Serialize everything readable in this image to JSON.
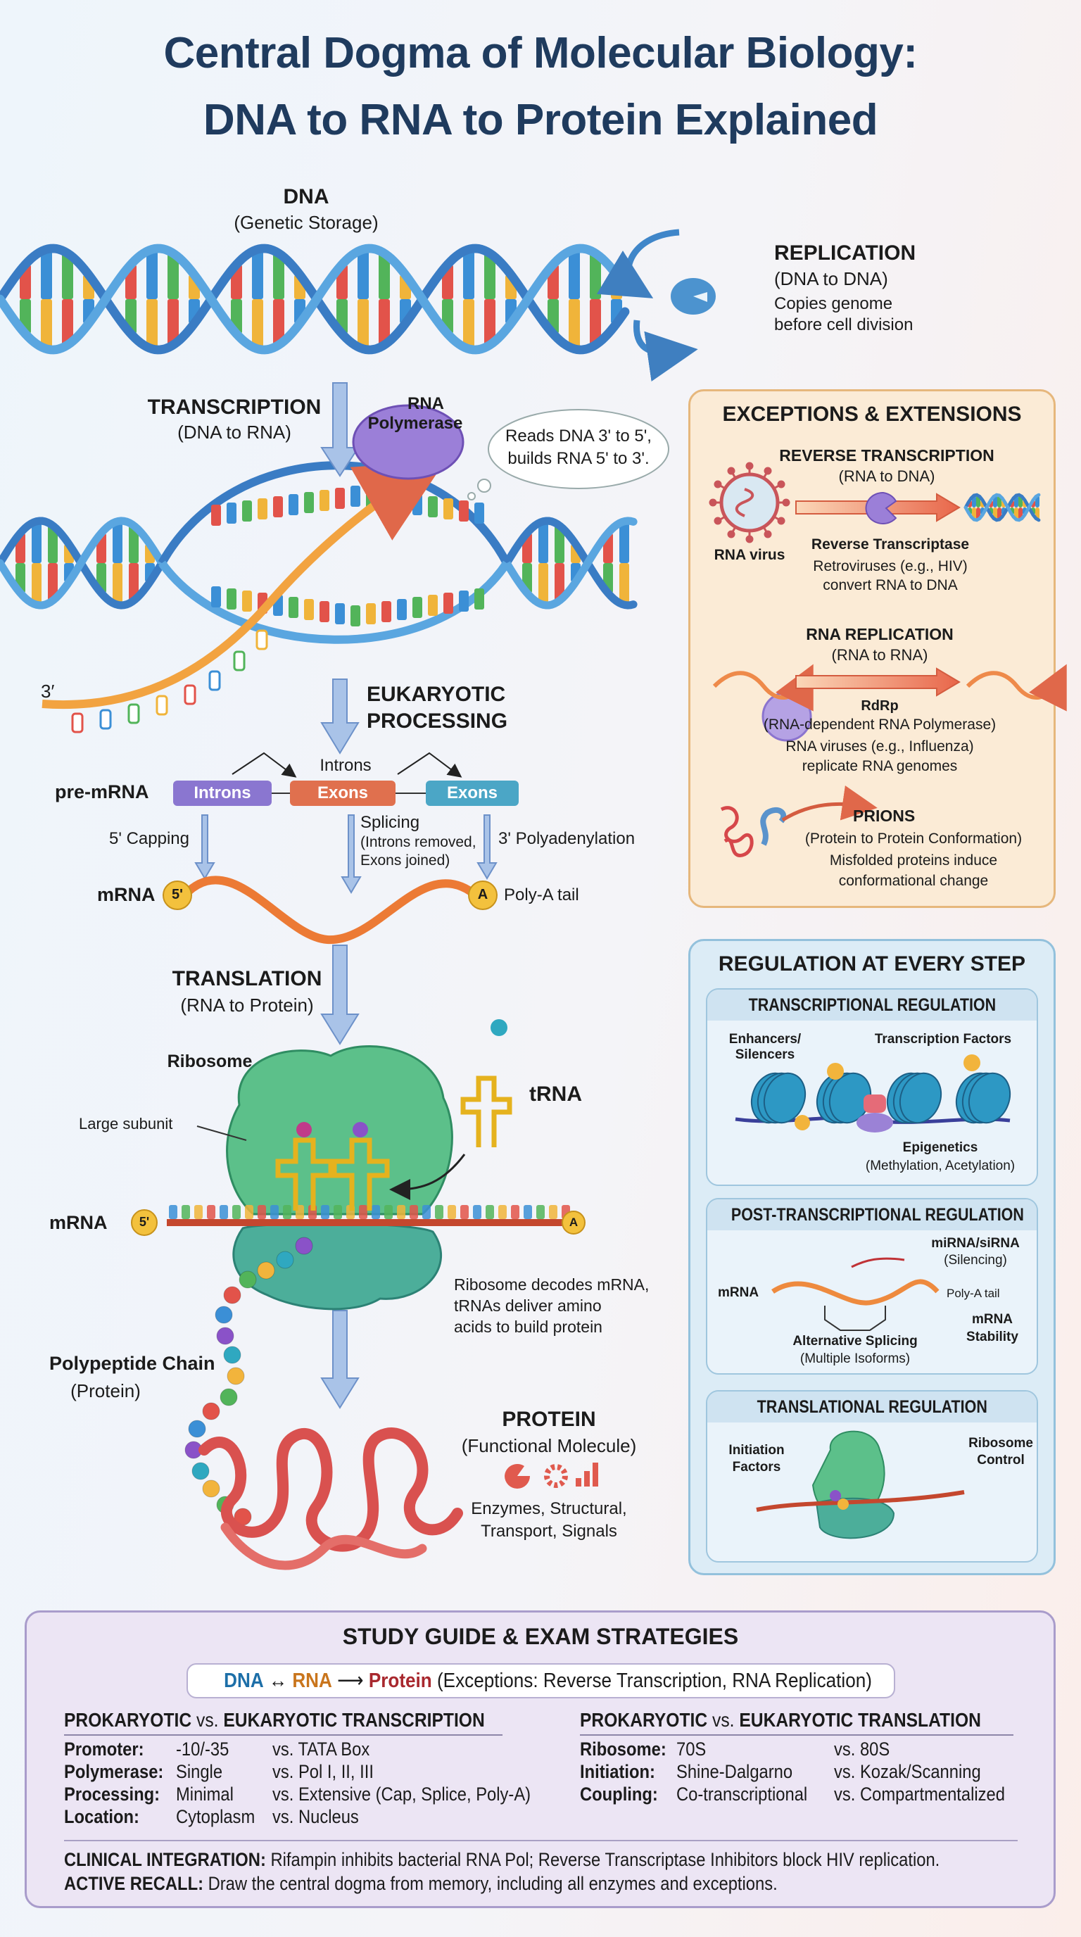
{
  "title": {
    "line1": "Central Dogma of Molecular Biology:",
    "line2": "DNA to RNA to Protein Explained"
  },
  "dna": {
    "label": "DNA",
    "sub": "(Genetic Storage)"
  },
  "replication": {
    "title": "REPLICATION",
    "sub": "(DNA to DNA)",
    "desc1": "Copies genome",
    "desc2": "before cell division"
  },
  "transcription": {
    "title": "TRANSCRIPTION",
    "sub": "(DNA to RNA)",
    "polymerase1": "RNA",
    "polymerase2": "Polymerase",
    "bubble1": "Reads DNA 3' to 5',",
    "bubble2": "builds RNA 5' to 3'.",
    "three_prime": "3′"
  },
  "processing": {
    "title1": "EUKARYOTIC",
    "title2": "PROCESSING",
    "introns_label": "Introns",
    "pre_mrna": "pre-mRNA",
    "seg1": "Introns",
    "seg2": "Exons",
    "seg3": "Exons",
    "capping": "5' Capping",
    "splicing": "Splicing",
    "splicing_note1": "(Introns removed,",
    "splicing_note2": "Exons joined)",
    "polyadenylation": "3' Polyadenylation",
    "mrna": "mRNA",
    "cap": "5'",
    "tail_cap": "A",
    "polya": "Poly-A tail"
  },
  "translation": {
    "title": "TRANSLATION",
    "sub": "(RNA to Protein)",
    "ribosome": "Ribosome",
    "large_subunit": "Large subunit",
    "trna": "tRNA",
    "mrna": "mRNA",
    "cap5": "5'",
    "cap3": "A",
    "desc1": "Ribosome decodes mRNA,",
    "desc2": "tRNAs deliver amino",
    "desc3": "acids to build protein",
    "polypeptide": "Polypeptide Chain",
    "polypeptide_sub": "(Protein)"
  },
  "protein": {
    "title": "PROTEIN",
    "sub": "(Functional Molecule)",
    "desc1": "Enzymes, Structural,",
    "desc2": "Transport, Signals"
  },
  "exceptions": {
    "title": "EXCEPTIONS & EXTENSIONS",
    "reverse": {
      "title": "REVERSE TRANSCRIPTION",
      "sub": "(RNA to DNA)",
      "virus": "RNA virus",
      "enzyme": "Reverse Transcriptase",
      "desc1": "Retroviruses (e.g., HIV)",
      "desc2": "convert RNA to DNA"
    },
    "rna_rep": {
      "title": "RNA REPLICATION",
      "sub": "(RNA to RNA)",
      "enzyme": "RdRp",
      "enzyme_full": "(RNA-dependent RNA Polymerase)",
      "desc1": "RNA viruses (e.g., Influenza)",
      "desc2": "replicate RNA genomes"
    },
    "prions": {
      "title": "PRIONS",
      "sub": "(Protein to Protein Conformation)",
      "desc1": "Misfolded proteins induce",
      "desc2": "conformational change"
    }
  },
  "regulation": {
    "title": "REGULATION AT EVERY STEP",
    "transcriptional": {
      "title": "TRANSCRIPTIONAL REGULATION",
      "enh1": "Enhancers/",
      "enh2": "Silencers",
      "tf": "Transcription Factors",
      "epi": "Epigenetics",
      "epi_sub": "(Methylation, Acetylation)"
    },
    "post": {
      "title": "POST-TRANSCRIPTIONAL REGULATION",
      "mirna": "miRNA/siRNA",
      "mirna_sub": "(Silencing)",
      "mrna": "mRNA",
      "polya": "Poly-A tail",
      "stab1": "mRNA",
      "stab2": "Stability",
      "alt": "Alternative Splicing",
      "alt_sub": "(Multiple Isoforms)"
    },
    "translational": {
      "title": "TRANSLATIONAL REGULATION",
      "init1": "Initiation",
      "init2": "Factors",
      "ctrl1": "Ribosome",
      "ctrl2": "Control"
    }
  },
  "study_guide": {
    "title": "STUDY GUIDE & EXAM STRATEGIES",
    "flow": {
      "dna": "DNA",
      "arrow1": "↔",
      "rna": "RNA",
      "arrow2": "⟶",
      "protein": "Protein",
      "note": "(Exceptions: Reverse Transcription, RNA Replication)"
    },
    "transcription": {
      "h1": "PROKARYOTIC",
      "vs": "vs.",
      "h2": "EUKARYOTIC TRANSCRIPTION",
      "rows": [
        {
          "k": "Promoter:",
          "p": "-10/-35",
          "e": "vs. TATA Box"
        },
        {
          "k": "Polymerase:",
          "p": "Single",
          "e": "vs. Pol I, II, III"
        },
        {
          "k": "Processing:",
          "p": "Minimal",
          "e": "vs. Extensive (Cap, Splice, Poly-A)"
        },
        {
          "k": "Location:",
          "p": "Cytoplasm",
          "e": "vs. Nucleus"
        }
      ]
    },
    "translation": {
      "h1": "PROKARYOTIC",
      "vs": "vs.",
      "h2": "EUKARYOTIC TRANSLATION",
      "rows": [
        {
          "k": "Ribosome:",
          "p": "70S",
          "e": "vs. 80S"
        },
        {
          "k": "Initiation:",
          "p": "Shine-Dalgarno",
          "e": "vs. Kozak/Scanning"
        },
        {
          "k": "Coupling:",
          "p": "Co-transcriptional",
          "e": "vs. Compartmentalized"
        }
      ]
    },
    "clinical_label": "CLINICAL INTEGRATION:",
    "clinical": "Rifampin inhibits bacterial RNA Pol; Reverse Transcriptase Inhibitors block HIV replication.",
    "recall_label": "ACTIVE RECALL:",
    "recall": "Draw the central dogma from memory, including all enzymes and exceptions."
  },
  "colors": {
    "title": "#1f3b5e",
    "dna": "#1d6fa8",
    "rna": "#c9751c",
    "protein": "#a8282e",
    "arrow": "#8fb0dc",
    "ribosome": "#4fb87a"
  }
}
